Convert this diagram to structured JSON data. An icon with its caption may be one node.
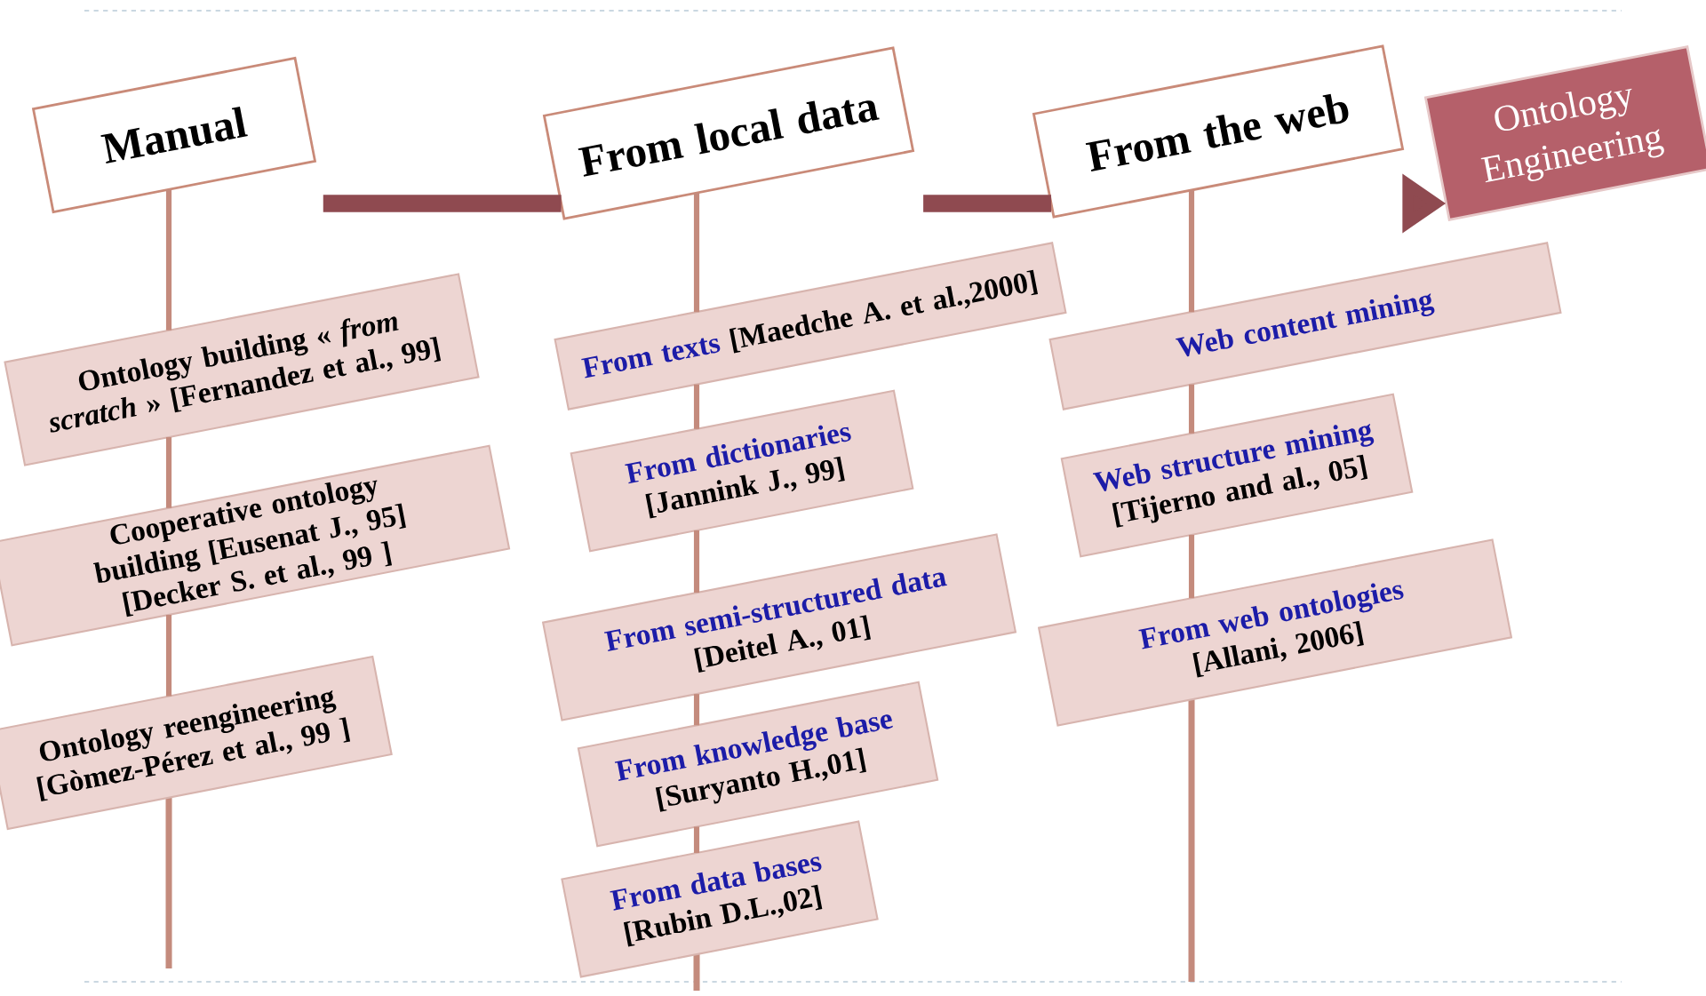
{
  "diagram": {
    "nodes": [
      {
        "text": [
          "Manual"
        ]
      },
      {
        "text": [
          "From local data"
        ]
      },
      {
        "text": [
          "From the web"
        ]
      },
      {
        "text": [
          "Ontology Engineering"
        ]
      },
      {
        "text": [
          "Ontology building « *from scratch* » [Fernandez et al., 99]"
        ]
      },
      {
        "text": [
          "Cooperative ontology building [Eusenat J., 95] [Decker S. et al., 99 ]"
        ]
      },
      {
        "text": [
          "Ontology reengineering [Gòmez-Pérez et al., 99 ]"
        ]
      },
      {
        "text": [
          "From texts",
          "[Maedche A. et al.,2000]"
        ]
      },
      {
        "text": [
          "From dictionaries",
          "[Jannink J., 99]"
        ]
      },
      {
        "text": [
          "From semi-structured data",
          "[Deitel A., 01]"
        ]
      },
      {
        "text": [
          "From knowledge base",
          "[Suryanto H.,01]"
        ]
      },
      {
        "text": [
          "From data bases",
          "[Rubin D.L.,02]"
        ]
      },
      {
        "text": [
          "Web content mining"
        ]
      },
      {
        "text": [
          "Web structure mining",
          "[Tijerno and al., 05]"
        ]
      },
      {
        "text": [
          "From web ontologies",
          "[Allani, 2006]"
        ]
      }
    ],
    "edges": [
      {
        "from": 0,
        "to": 4,
        "arrow": "none"
      },
      {
        "from": 4,
        "to": 5,
        "arrow": "none"
      },
      {
        "from": 5,
        "to": 6,
        "arrow": "none"
      },
      {
        "from": 1,
        "to": 7,
        "arrow": "none"
      },
      {
        "from": 7,
        "to": 8,
        "arrow": "none"
      },
      {
        "from": 8,
        "to": 9,
        "arrow": "none"
      },
      {
        "from": 9,
        "to": 10,
        "arrow": "none"
      },
      {
        "from": 10,
        "to": 11,
        "arrow": "none"
      },
      {
        "from": 2,
        "to": 12,
        "arrow": "none"
      },
      {
        "from": 12,
        "to": 13,
        "arrow": "none"
      },
      {
        "from": 13,
        "to": 14,
        "arrow": "none"
      },
      {
        "from": 0,
        "to": 1,
        "arrow": "none",
        "style": "thick",
        "color": "#8f4a50"
      },
      {
        "from": 1,
        "to": 2,
        "arrow": "none",
        "style": "thick",
        "color": "#8f4a50"
      },
      {
        "from": 2,
        "to": 3,
        "arrow": "to",
        "style": "thick",
        "color": "#8f4a50"
      }
    ]
  }
}
